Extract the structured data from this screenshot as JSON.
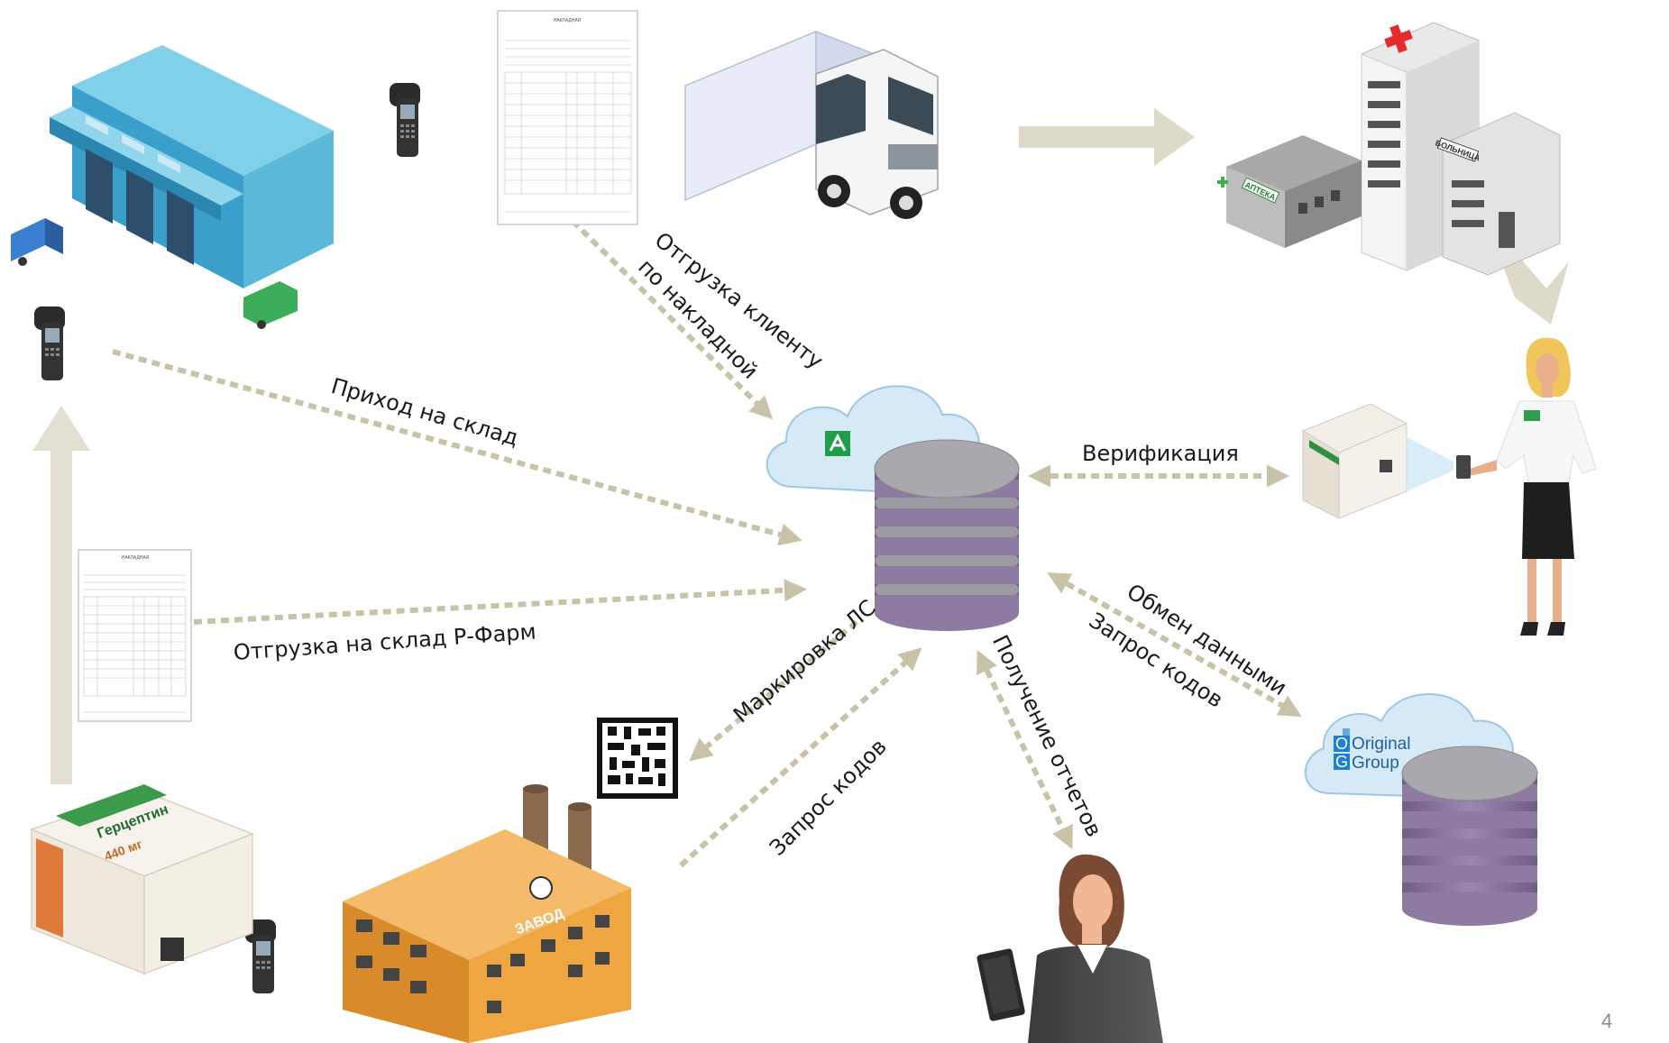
{
  "labels": {
    "shipment_client": [
      "Отгрузка клиенту",
      "по накладной"
    ],
    "arrival_warehouse": "Приход на склад",
    "verification": "Верификация",
    "shipment_warehouse": "Отгрузка на склад Р-Фарм",
    "marking": "Маркировка ЛС",
    "code_request_factory": "Запрос кодов",
    "reports": "Получение отчетов",
    "data_exchange": "Обмен данными",
    "code_request_og": "Запрос кодов"
  },
  "signs": {
    "hospital": "БОЛЬНИЦА",
    "pharmacy": "АПТЕКА",
    "factory": "ЗАВОД",
    "invoice_title": "НАКЛАДНАЯ",
    "partner_line1": "Original",
    "partner_line2": "Group",
    "partner_line1_initial": "O",
    "partner_line2_initial": "G",
    "drug_name": "Герцептин",
    "drug_dose": "440 мг"
  },
  "page_number": "4",
  "colors": {
    "arrow": "#C8C3A6",
    "db_band": "#8E7BA2",
    "db_top": "#A8A8AE",
    "cloud": "#D5E9F6",
    "warehouse": "#5BB8D8",
    "factory": "#F0A640",
    "pharm_green": "#1E9E4A",
    "partner_blue": "#1E7FD6"
  }
}
